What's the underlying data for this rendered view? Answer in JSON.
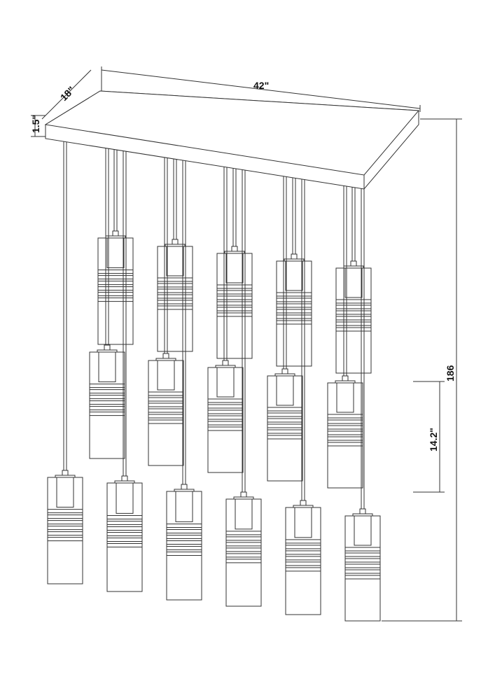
{
  "dimensions": {
    "length": "42\"",
    "depth": "18\"",
    "canopy_height": "1.5\"",
    "overall_height": "186",
    "shade_height": "14.2\""
  },
  "pendant_count": 16,
  "line_color": "#333333"
}
